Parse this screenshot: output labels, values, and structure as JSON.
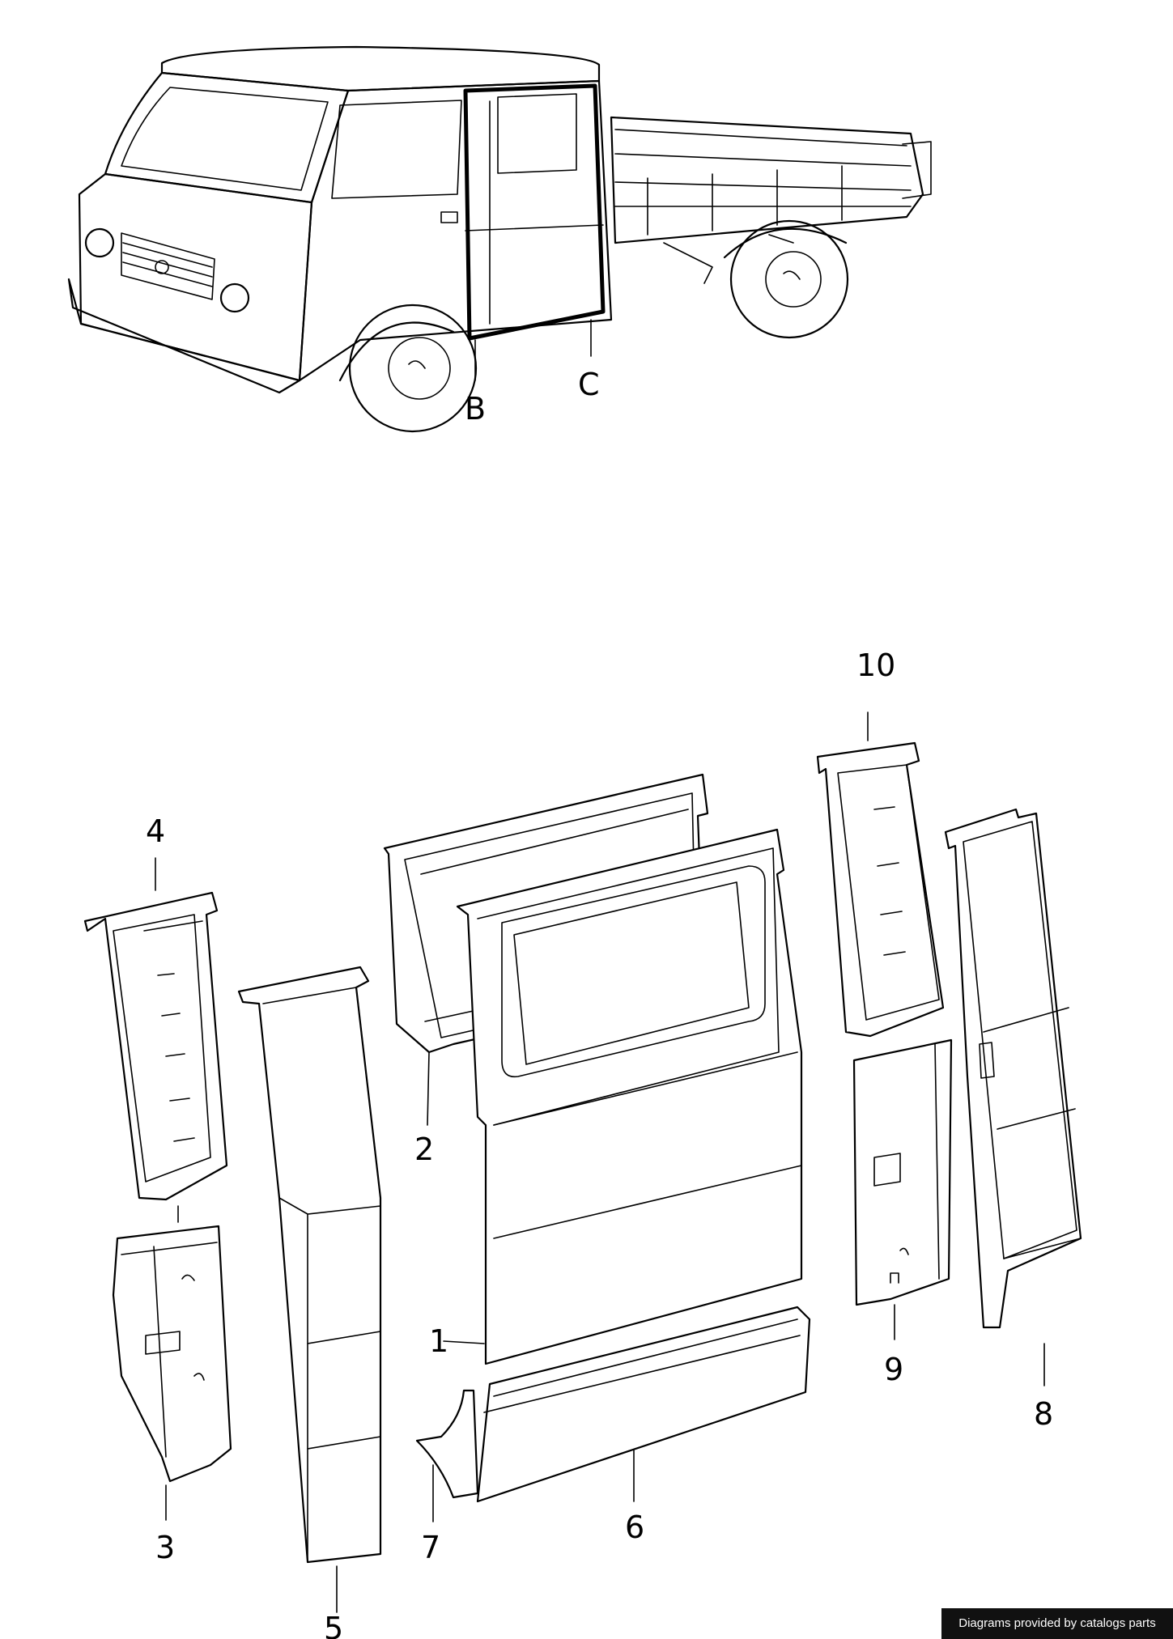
{
  "overview": {
    "callouts": [
      "B",
      "C"
    ]
  },
  "parts": {
    "labels": [
      "1",
      "2",
      "3",
      "4",
      "5",
      "6",
      "7",
      "8",
      "9",
      "10"
    ]
  },
  "footer": {
    "credit": "Diagrams provided by catalogs parts"
  }
}
